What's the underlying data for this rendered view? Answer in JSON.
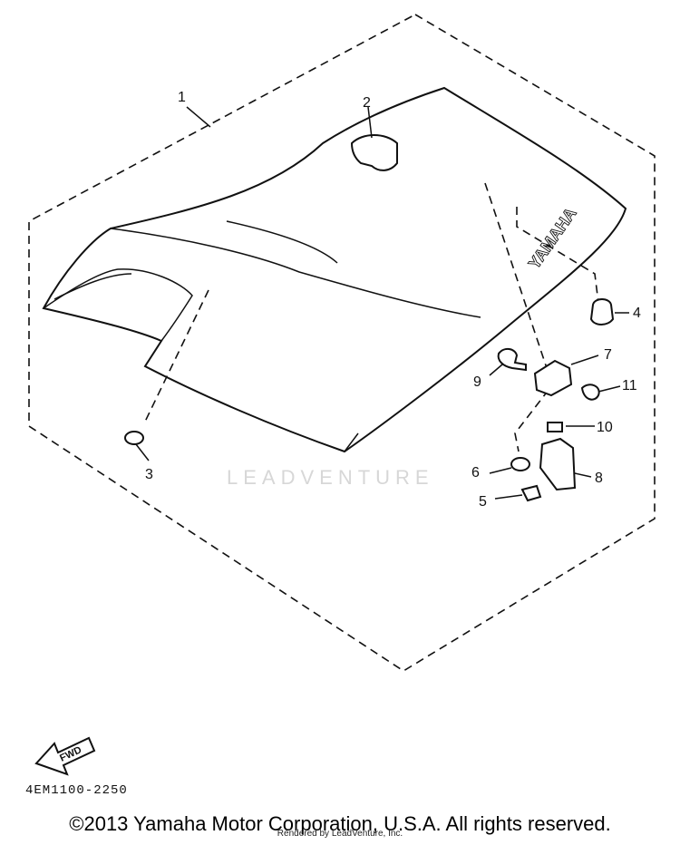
{
  "diagram": {
    "part_labels": [
      "1",
      "2",
      "3",
      "4",
      "5",
      "6",
      "7",
      "8",
      "9",
      "10",
      "11"
    ],
    "seat_brand": "YAMAHA",
    "fwd_label": "FWD"
  },
  "footer": {
    "part_code": "4EM1100-2250",
    "copyright": "©2013 Yamaha Motor Corporation, U.S.A. All rights reserved.",
    "rendered_by": "Rendered by LeadVenture, Inc."
  },
  "watermark": {
    "text": "LEADVENTURE"
  }
}
